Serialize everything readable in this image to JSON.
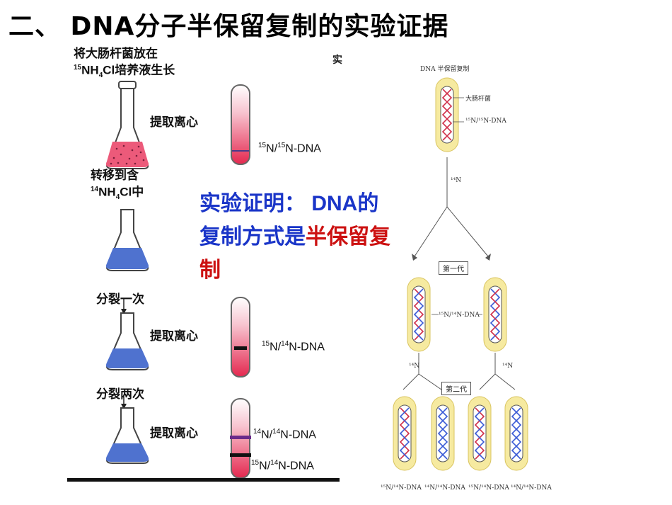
{
  "title": "二、 DNA分子半保留复制的实验证据",
  "left": {
    "step1_line1": "将大肠杆菌放在",
    "step1_iso": "15",
    "step1_nh": "NH",
    "step1_sub": "4",
    "step1_rest": "Cl培养液生长",
    "extract1": "提取离心",
    "tube1_iso_a": "15",
    "tube1_iso_b": "15",
    "tube1_label": "N-DNA",
    "transfer_line1": "转移到含",
    "transfer_iso": "14",
    "transfer_nh": "NH",
    "transfer_sub": "4",
    "transfer_rest": "Cl中",
    "divide_once": "分裂一次",
    "extract2": "提取离心",
    "tube2_iso_a": "15",
    "tube2_iso_b": "14",
    "tube2_label": "N-DNA",
    "divide_twice": "分裂两次",
    "extract3": "提取离心",
    "tube3_band1_iso_a": "14",
    "tube3_band1_iso_b": "14",
    "tube3_band1_label": "N-DNA",
    "tube3_band2_iso_a": "15",
    "tube3_band2_iso_b": "14",
    "tube3_band2_label": "N-DNA",
    "separator": "/",
    "n_char": "N",
    "stray_char": "实"
  },
  "conclusion": {
    "part1": "实验证明： DNA的复制方式是",
    "part2": "半保留复制"
  },
  "diagram": {
    "title": "DNA 半保留复制",
    "label_bacteria": "大肠杆菌",
    "label_parent": "¹⁵N/¹⁵N-DNA",
    "label_medium1": "¹⁴N",
    "gen1": "第一代",
    "label_hybrid": "¹⁵N/¹⁴N-DNA",
    "label_medium2a": "¹⁴N",
    "label_medium2b": "¹⁴N",
    "gen2": "第二代",
    "bottom_labels": [
      "¹⁵N/¹⁴N-DNA",
      "¹⁴N/¹⁴N-DNA",
      "¹⁵N/¹⁴N-DNA",
      "¹⁴N/¹⁴N-DNA"
    ]
  },
  "colors": {
    "heavy_strand": "#d0304a",
    "light_strand": "#3b5bd6",
    "cell_yellow": "#f6eaa0",
    "pink_medium": "#ec5a7a",
    "blue_medium": "#4f72cf",
    "conclusion_blue": "#1a35c8",
    "conclusion_red": "#cc1111"
  }
}
